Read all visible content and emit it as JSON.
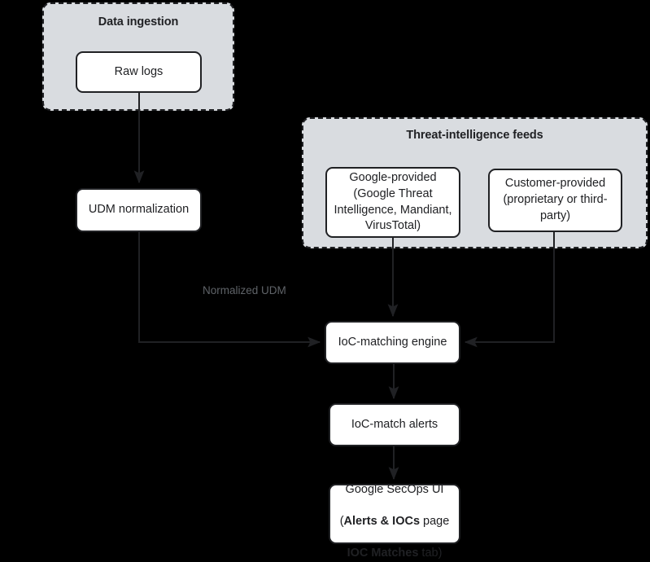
{
  "diagram": {
    "title_hidden": "",
    "background_color": "#000000",
    "group_fill": "#d9dce0",
    "node_fill": "#ffffff",
    "stroke_color": "#202124",
    "label_color": "#5f6368",
    "groups": [
      {
        "id": "data-ingestion",
        "label": "Data ingestion"
      },
      {
        "id": "threat-intelligence-feeds",
        "label": "Threat-intelligence feeds"
      }
    ],
    "nodes": [
      {
        "id": "raw-logs",
        "label": "Raw logs"
      },
      {
        "id": "udm-normalization",
        "label": "UDM normalization"
      },
      {
        "id": "google-provided",
        "label": "Google-provided\n(Google Threat\nIntelligence, Mandiant,\nVirusTotal)"
      },
      {
        "id": "customer-provided",
        "label": "Customer-provided\n(proprietary or third-\nparty)"
      },
      {
        "id": "ioc-matching-engine",
        "label": "IoC-matching engine"
      },
      {
        "id": "ioc-match-alerts",
        "label": "IoC-match alerts"
      },
      {
        "id": "google-secops-ui",
        "line1": "Google SecOps UI",
        "line2_bold": "Alerts & IOCs",
        "line2_rest": " page",
        "line2_prefix": "(",
        "line3_bold": "IOC Matches",
        "line3_rest": " tab)"
      }
    ],
    "edges": [
      {
        "id": "raw-logs-to-udm",
        "label": ""
      },
      {
        "id": "udm-to-ioc-engine",
        "label": "Normalized UDM"
      },
      {
        "id": "google-feed-to-ioc-engine",
        "label": ""
      },
      {
        "id": "customer-feed-to-ioc-engine",
        "label": ""
      },
      {
        "id": "ioc-engine-to-alerts",
        "label": ""
      },
      {
        "id": "alerts-to-secops-ui",
        "label": ""
      }
    ]
  }
}
